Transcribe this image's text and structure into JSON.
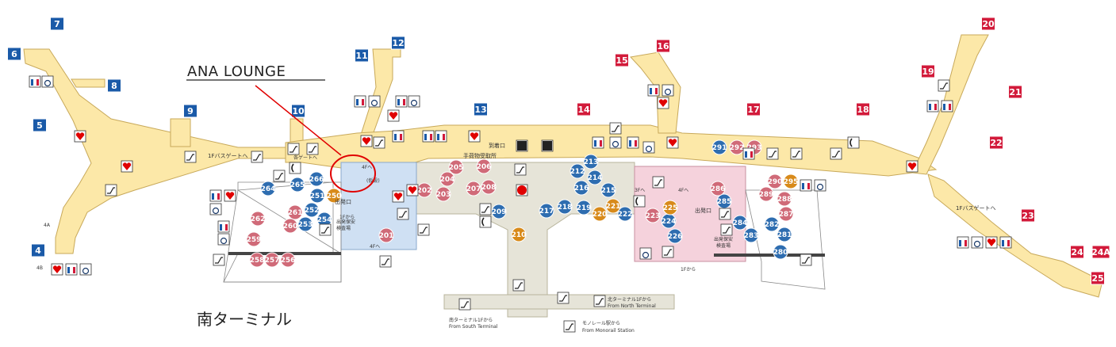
{
  "lounge_label": "ANA LOUNGE",
  "terminal_label": "南ターミナル",
  "colors": {
    "concourse": "#fce8a8",
    "concourse_edge": "#c8a95a",
    "gate_blue": "#1a5aa8",
    "gate_red": "#d21a3a",
    "shop_blue": "#2e6db0",
    "shop_pink": "#d06a78",
    "shop_orange": "#d88a1a",
    "security_blue": "#cfe0f3",
    "security_pink": "#f5d2dc",
    "central_gray": "#e6e4d8",
    "marker_red": "#e00000"
  },
  "gates_blue": [
    {
      "id": "7"
    },
    {
      "id": "6"
    },
    {
      "id": "8"
    },
    {
      "id": "5"
    },
    {
      "id": "9"
    },
    {
      "id": "10"
    },
    {
      "id": "11"
    },
    {
      "id": "12"
    },
    {
      "id": "13"
    },
    {
      "id": "4"
    }
  ],
  "gates_red": [
    {
      "id": "14"
    },
    {
      "id": "15"
    },
    {
      "id": "16"
    },
    {
      "id": "17"
    },
    {
      "id": "18"
    },
    {
      "id": "19"
    },
    {
      "id": "20"
    },
    {
      "id": "21"
    },
    {
      "id": "22"
    },
    {
      "id": "23"
    },
    {
      "id": "24"
    },
    {
      "id": "24A"
    },
    {
      "id": "25"
    }
  ],
  "shops_blue": [
    {
      "id": "264"
    },
    {
      "id": "265"
    },
    {
      "id": "266"
    },
    {
      "id": "251"
    },
    {
      "id": "252"
    },
    {
      "id": "253"
    },
    {
      "id": "254"
    },
    {
      "id": "209"
    },
    {
      "id": "217"
    },
    {
      "id": "218"
    },
    {
      "id": "219"
    },
    {
      "id": "212"
    },
    {
      "id": "213"
    },
    {
      "id": "214"
    },
    {
      "id": "215"
    },
    {
      "id": "216"
    },
    {
      "id": "222"
    },
    {
      "id": "224"
    },
    {
      "id": "226"
    },
    {
      "id": "291"
    },
    {
      "id": "285"
    },
    {
      "id": "284"
    },
    {
      "id": "283"
    },
    {
      "id": "282"
    },
    {
      "id": "281"
    },
    {
      "id": "280"
    }
  ],
  "shops_pink": [
    {
      "id": "262"
    },
    {
      "id": "261"
    },
    {
      "id": "260"
    },
    {
      "id": "259"
    },
    {
      "id": "258"
    },
    {
      "id": "257"
    },
    {
      "id": "256"
    },
    {
      "id": "201"
    },
    {
      "id": "202"
    },
    {
      "id": "203"
    },
    {
      "id": "204"
    },
    {
      "id": "205"
    },
    {
      "id": "206"
    },
    {
      "id": "207"
    },
    {
      "id": "208"
    },
    {
      "id": "223"
    },
    {
      "id": "292"
    },
    {
      "id": "293"
    },
    {
      "id": "286"
    },
    {
      "id": "289"
    },
    {
      "id": "290"
    },
    {
      "id": "288"
    },
    {
      "id": "287"
    }
  ],
  "shops_orange": [
    {
      "id": "250"
    },
    {
      "id": "210"
    },
    {
      "id": "220"
    },
    {
      "id": "221"
    },
    {
      "id": "225"
    },
    {
      "id": "295"
    }
  ],
  "labels": {
    "bus_gate_left": "1Fバスゲートへ",
    "bus_gate_right": "1Fバスゲートへ",
    "each_gate": "各ゲートへ",
    "floor4_a": "4Fへ",
    "temp": "(仮設)",
    "departure_left": "出発口",
    "from_1f_left": "1Fから",
    "security_left_1": "出発保安",
    "security_left_2": "検査場",
    "floor4_b": "4Fへ",
    "gate_4a": "4A",
    "gate_4b": "4B",
    "arrivals": "到着口",
    "baggage": "手荷物受取所",
    "floor3": "3Fへ",
    "floor4_c": "4Fへ",
    "departure_right": "出発口",
    "security_right_1": "出発保安",
    "security_right_2": "検査場",
    "from_1f_right": "1Fから",
    "north_terminal_jp": "北ターミナル1Fから",
    "north_terminal_en": "From North Terminal",
    "south_terminal_jp": "南ターミナル1Fから",
    "south_terminal_en": "From South Terminal",
    "monorail_jp": "モノレール駅から",
    "monorail_en": "From Monorail Station"
  },
  "icons": [
    "restroom-icon",
    "wheelchair-icon",
    "aed-icon",
    "elevator-icon",
    "escalator-icon",
    "telephone-icon",
    "smoking-room-icon",
    "information-icon",
    "baggage-claim-icon",
    "arrival-plane-icon",
    "locker-icon",
    "nursery-icon"
  ]
}
